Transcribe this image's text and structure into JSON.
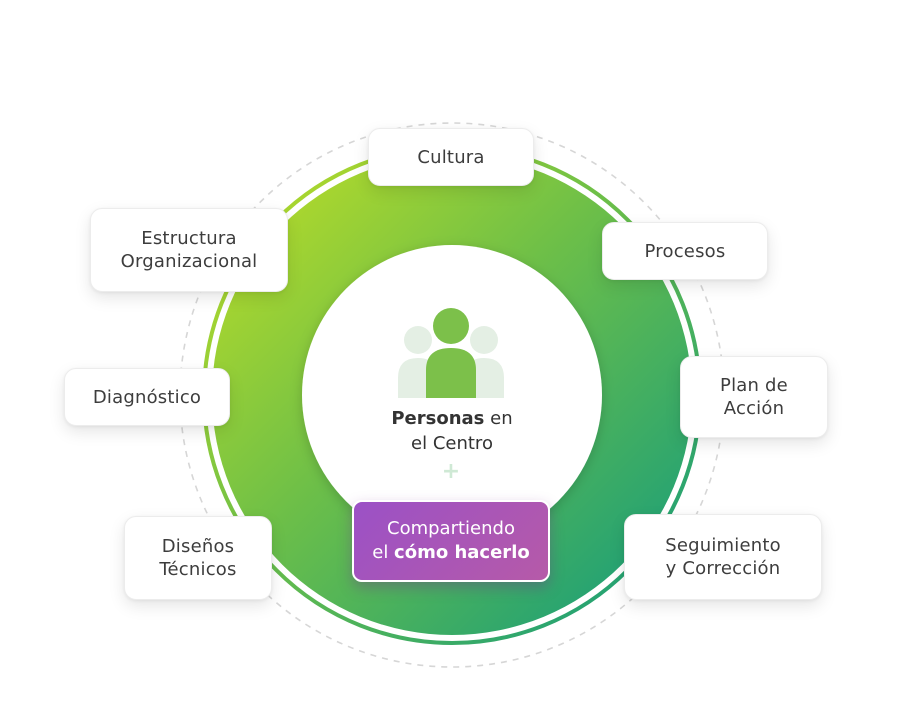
{
  "colors": {
    "ring_start": "#b9dc2c",
    "ring_end": "#139d7e",
    "accent_purple": "#a052bd",
    "icon_green": "#7cc04a",
    "icon_light": "#e4efe4"
  },
  "center": {
    "title_bold": "Personas",
    "title_rest": " en",
    "title_line2": "el Centro",
    "plus_symbol": "+",
    "icon": "people-group-icon"
  },
  "highlight": {
    "line1": "Compartiendo",
    "line2_prefix": "el ",
    "line2_bold": "cómo hacerlo"
  },
  "nodes": [
    {
      "id": "cultura",
      "lines": [
        "Cultura"
      ]
    },
    {
      "id": "estructura",
      "lines": [
        "Estructura",
        "Organizacional"
      ]
    },
    {
      "id": "procesos",
      "lines": [
        "Procesos"
      ]
    },
    {
      "id": "diagnostico",
      "lines": [
        "Diagnóstico"
      ]
    },
    {
      "id": "plan",
      "lines": [
        "Plan de",
        "Acción"
      ]
    },
    {
      "id": "disenos",
      "lines": [
        "Diseños",
        "Técnicos"
      ]
    },
    {
      "id": "seguimiento",
      "lines": [
        "Seguimiento",
        "y Corrección"
      ]
    }
  ]
}
